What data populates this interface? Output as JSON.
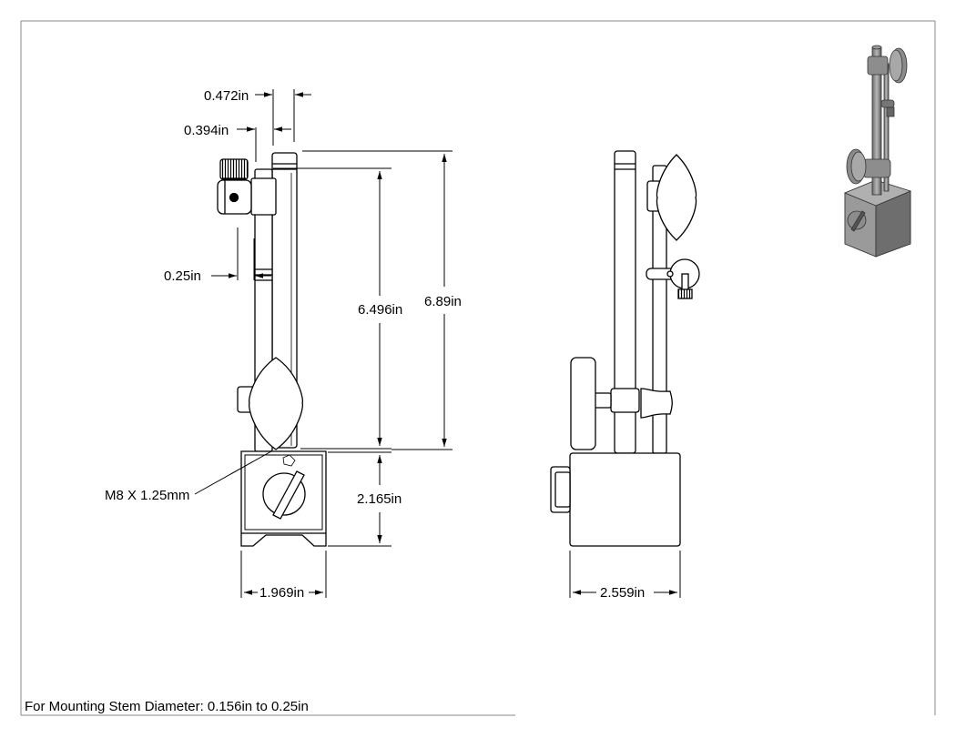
{
  "drawing": {
    "dimensions": {
      "d1": "0.472in",
      "d2": "0.394in",
      "d3": "0.25in",
      "d4": "6.496in",
      "d5": "6.89in",
      "d6": "2.165in",
      "d7": "1.969in",
      "d8": "2.559in"
    },
    "thread_callout": "M8 X 1.25mm",
    "note": "For Mounting Stem Diameter: 0.156in to 0.25in"
  },
  "colors": {
    "line": "#000000",
    "frame": "#888888",
    "iso_dark": "#5a5a5a",
    "iso_mid": "#8a8a8a",
    "iso_light": "#bdbdbd"
  }
}
